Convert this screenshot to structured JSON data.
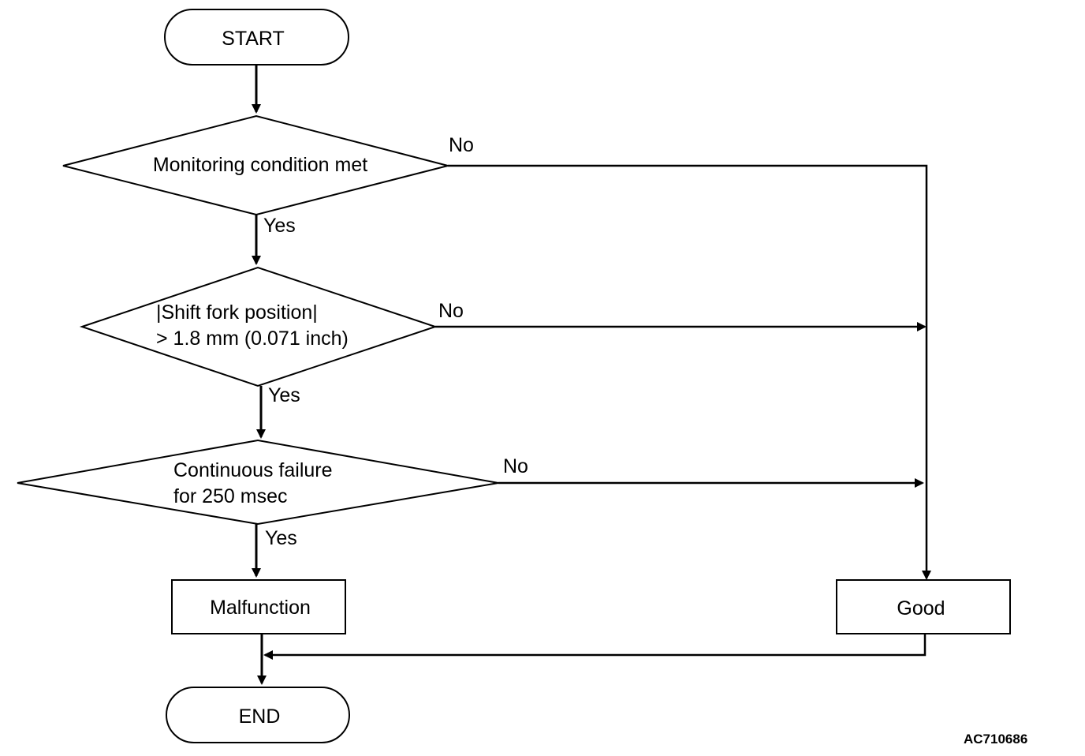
{
  "nodes": {
    "start": "START",
    "decision1": "Monitoring condition met",
    "decision2_line1": "|Shift fork position|",
    "decision2_line2": "> 1.8 mm (0.071 inch)",
    "decision3_line1": "Continuous failure",
    "decision3_line2": "for 250 msec",
    "malfunction": "Malfunction",
    "good": "Good",
    "end": "END"
  },
  "branches": {
    "yes": "Yes",
    "no": "No"
  },
  "figure_id": "AC710686"
}
